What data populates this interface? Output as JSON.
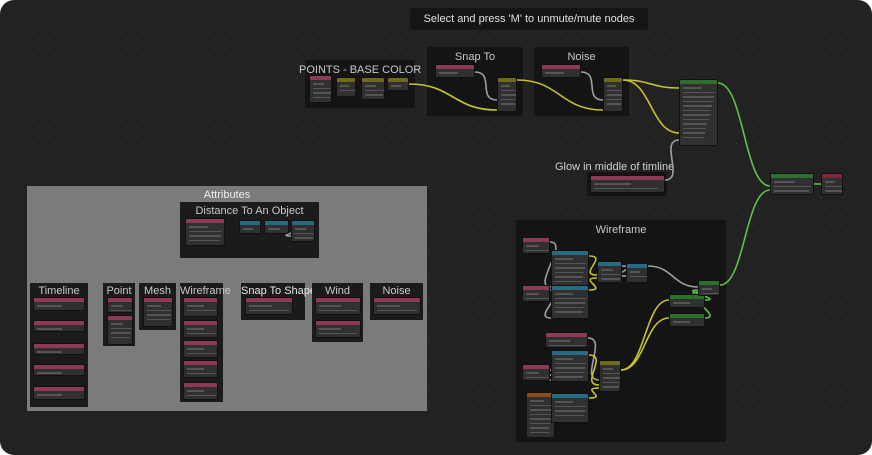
{
  "tooltip": "Select and press 'M' to unmute/mute nodes",
  "frames": {
    "points_base_color": "POINTS - BASE COLOR",
    "snap_to": "Snap To",
    "noise": "Noise",
    "glow": "Glow in middle of timline",
    "wireframe": "Wireframe",
    "attributes": "Attributes",
    "distance": "Distance To An Object",
    "timeline": "Timeline",
    "point": "Point",
    "mesh": "Mesh",
    "wireframe_attr": "Wireframe",
    "snap_to_shape": "Snap To Shape",
    "wind": "Wind",
    "noise_attr": "Noise"
  },
  "colors": {
    "attribute": "#8c3a58",
    "converter": "#2a6a80",
    "shader": "#2e6e2e",
    "mix": "#6e6a1e",
    "output": "#7a2a3a",
    "input": "#8a4a1a",
    "wire_color": "#c7c232",
    "wire_shader": "#5fc04a",
    "wire_float": "#a0a0a0"
  }
}
